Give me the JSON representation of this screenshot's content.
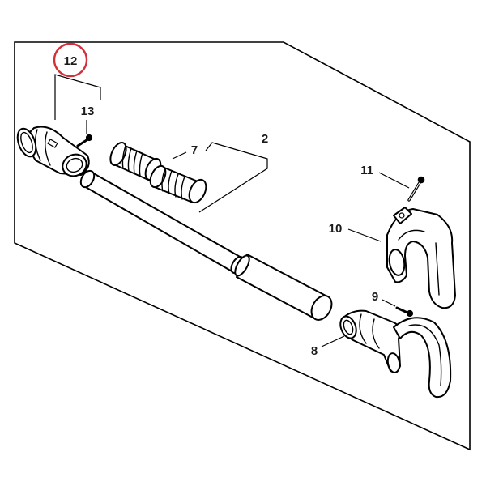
{
  "diagram": {
    "callouts": [
      {
        "id": "12",
        "label": "12",
        "highlighted": true
      },
      {
        "id": "13",
        "label": "13"
      },
      {
        "id": "7",
        "label": "7"
      },
      {
        "id": "2",
        "label": "2"
      },
      {
        "id": "11",
        "label": "11"
      },
      {
        "id": "10",
        "label": "10"
      },
      {
        "id": "9",
        "label": "9"
      },
      {
        "id": "8",
        "label": "8"
      }
    ],
    "highlight_color": "#d32f3a",
    "line_color": "#000000",
    "background_color": "#ffffff"
  }
}
